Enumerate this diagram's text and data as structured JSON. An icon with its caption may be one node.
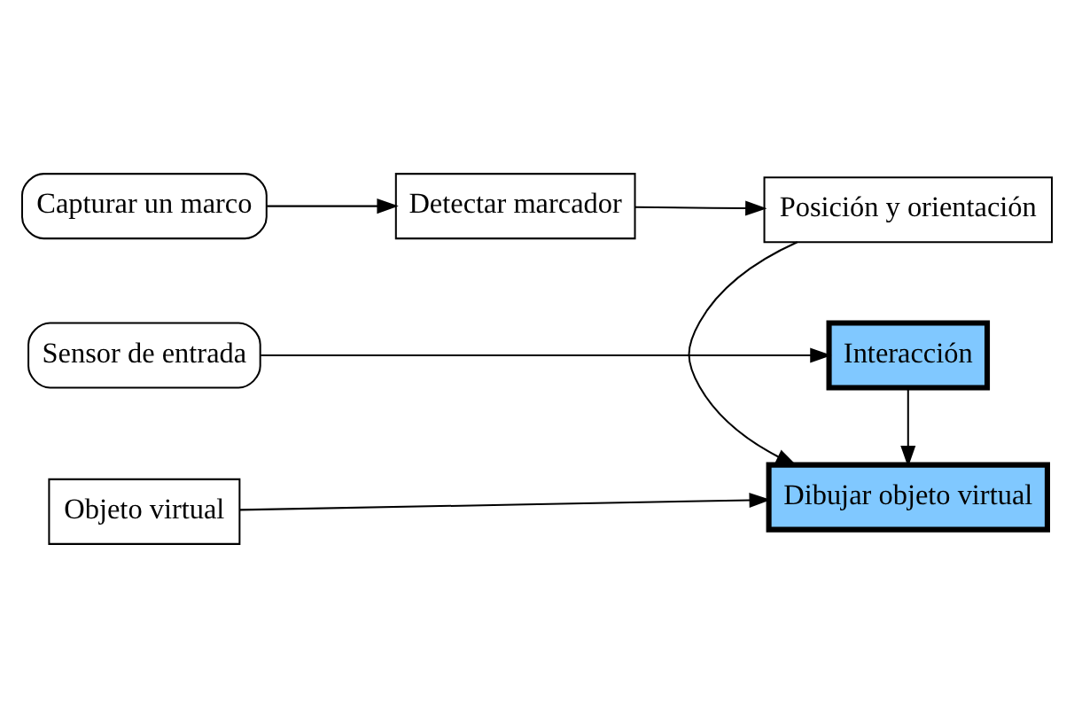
{
  "diagram": {
    "nodes": [
      {
        "text": [
          "Capturar un marco"
        ]
      },
      {
        "text": [
          "Detectar marcador"
        ]
      },
      {
        "text": [
          "Posición y orientación"
        ]
      },
      {
        "text": [
          "Objeto virtual"
        ]
      },
      {
        "text": [
          "Dibujar objeto virtual"
        ]
      },
      {
        "text": [
          "Sensor de entrada"
        ]
      },
      {
        "text": [
          "Interacción"
        ]
      }
    ],
    "edges": [
      {
        "from": 0,
        "to": 1,
        "arrow": "to"
      },
      {
        "from": 1,
        "to": 2,
        "arrow": "to"
      },
      {
        "from": 2,
        "to": 4,
        "arrow": "to"
      },
      {
        "from": 3,
        "to": 4,
        "arrow": "to"
      },
      {
        "from": 6,
        "to": 4,
        "arrow": "to"
      },
      {
        "from": 5,
        "to": 6,
        "arrow": "to"
      }
    ]
  }
}
